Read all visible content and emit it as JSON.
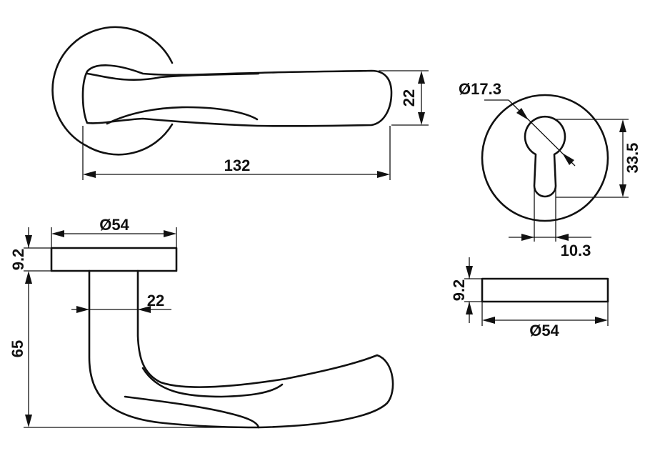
{
  "dimensions": {
    "top_view_length": "132",
    "top_view_lever_height": "22",
    "rosette_diameter_side": "Ø54",
    "rosette_thickness_side": "9.2",
    "lever_width_side": "22",
    "lever_drop_side": "65",
    "cylinder_diameter": "Ø17.3",
    "cylinder_height": "33.5",
    "cylinder_slot_width": "10.3",
    "escutcheon_thickness": "9.2",
    "escutcheon_diameter": "Ø54"
  },
  "colors": {
    "line": "#111111",
    "background": "#ffffff"
  }
}
